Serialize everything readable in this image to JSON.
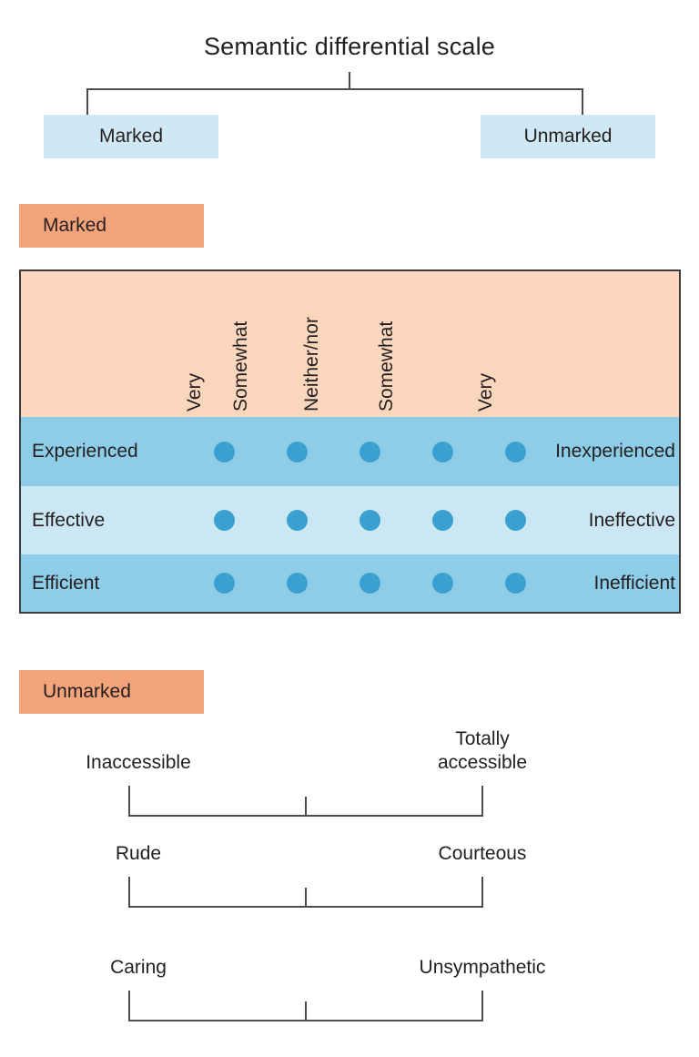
{
  "title": "Semantic differential scale",
  "colors": {
    "top_box_bg": "#cfe8f3",
    "badge_bg": "#f4a47a",
    "header_bg": "#fad6bc",
    "row_dark": "#8ecde8",
    "row_light": "#cce7f4",
    "dot": "#3aa0d0",
    "line": "#4d4d4d",
    "border": "#3c3c3c",
    "text": "#231f20"
  },
  "tree": {
    "branches": [
      {
        "label": "Marked"
      },
      {
        "label": "Unmarked"
      }
    ]
  },
  "marked": {
    "badge": "Marked",
    "scale_points": [
      "Very",
      "Somewhat",
      "Neither/nor",
      "Somewhat",
      "Very"
    ],
    "rows": [
      {
        "left": "Experienced",
        "right": "Inexperienced",
        "dots": 5
      },
      {
        "left": "Effective",
        "right": "Ineffective",
        "dots": 5
      },
      {
        "left": "Efficient",
        "right": "Inefficient",
        "dots": 5
      }
    ]
  },
  "unmarked": {
    "badge": "Unmarked",
    "scales": [
      {
        "left": "Inaccessible",
        "right": "Totally\naccessible"
      },
      {
        "left": "Rude",
        "right": "Courteous"
      },
      {
        "left": "Caring",
        "right": "Unsympathetic"
      }
    ]
  }
}
